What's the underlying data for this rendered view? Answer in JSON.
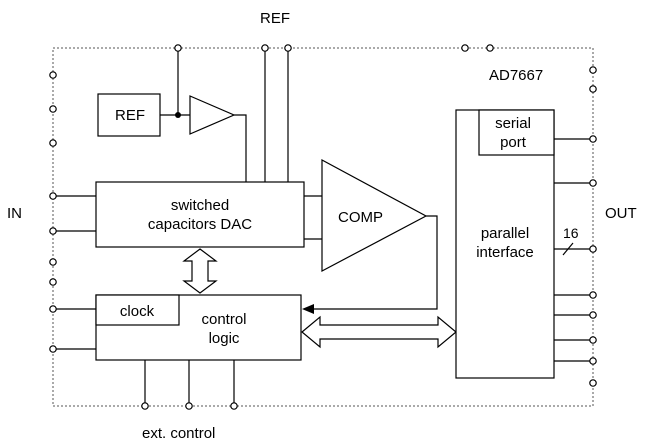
{
  "diagram": {
    "chip_name": "AD7667",
    "ref_top_label": "REF",
    "ref_block_label": "REF",
    "in_label": "IN",
    "out_label": "OUT",
    "ext_control_label": "ext. control",
    "dac_label_line1": "switched",
    "dac_label_line2": "capacitors DAC",
    "comparator_label": "COMP",
    "serial_port_line1": "serial",
    "serial_port_line2": "port",
    "parallel_interface_line1": "parallel",
    "parallel_interface_line2": "interface",
    "bus_width_label": "16",
    "clock_label": "clock",
    "control_logic_line1": "control",
    "control_logic_line2": "logic"
  }
}
